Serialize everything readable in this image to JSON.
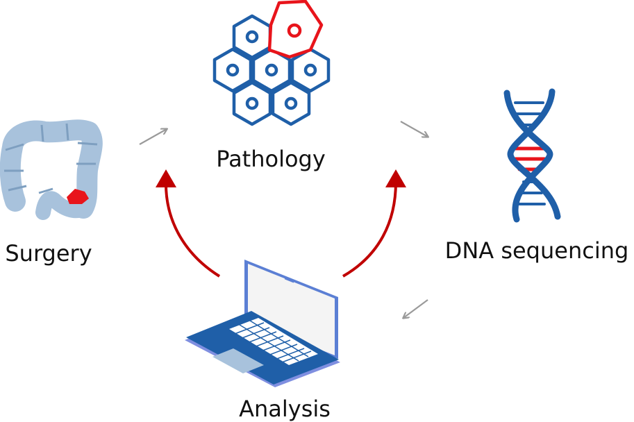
{
  "nodes": {
    "surgery": {
      "label": "Surgery",
      "icon": "colon-icon"
    },
    "pathology": {
      "label": "Pathology",
      "icon": "cell-tissue-icon"
    },
    "dna": {
      "label": "DNA sequencing",
      "icon": "dna-helix-icon"
    },
    "analysis": {
      "label": "Analysis",
      "icon": "laptop-icon"
    }
  },
  "colors": {
    "primary_blue": "#1f5fa8",
    "light_blue": "#a8c2dc",
    "highlight_red": "#e8141b",
    "arrow_red": "#c00000",
    "arrow_gray": "#9a9a9a"
  }
}
